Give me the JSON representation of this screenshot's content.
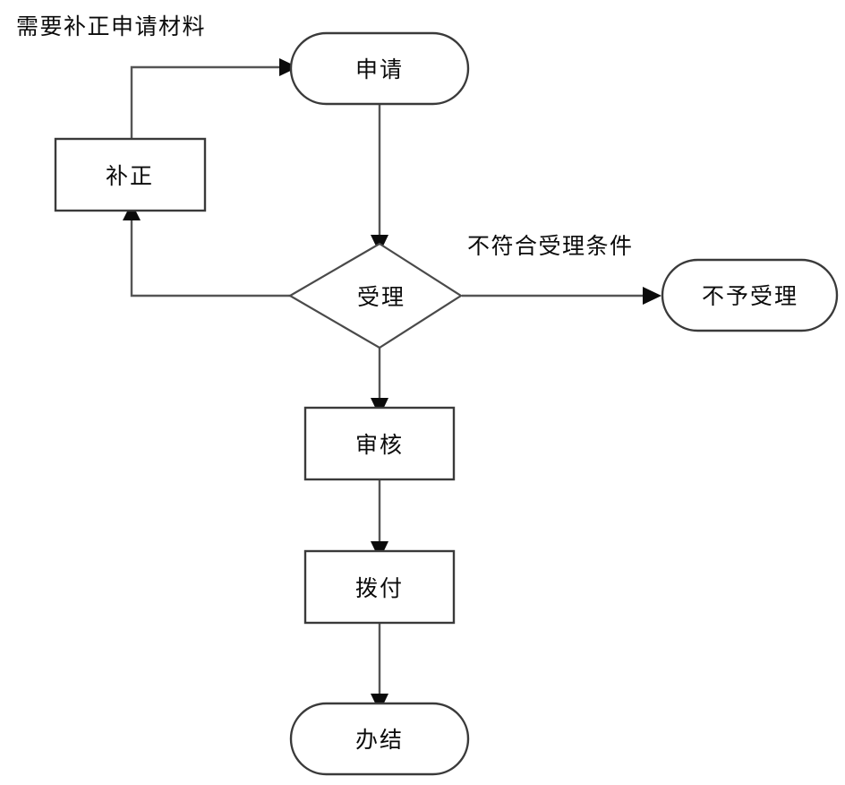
{
  "diagram": {
    "type": "flowchart",
    "title_text": "",
    "background_color": "#ffffff",
    "stroke_color": "#4a4a4a",
    "text_color": "#0b0b0b",
    "nodes": [
      {
        "id": "apply",
        "label": "申请",
        "shape": "rounded-rectangle"
      },
      {
        "id": "supplement",
        "label": "补正",
        "shape": "rectangle"
      },
      {
        "id": "accept",
        "label": "受理",
        "shape": "diamond"
      },
      {
        "id": "reject",
        "label": "不予受理",
        "shape": "rounded-rectangle"
      },
      {
        "id": "review",
        "label": "审核",
        "shape": "rectangle"
      },
      {
        "id": "disburse",
        "label": "拨付",
        "shape": "rectangle"
      },
      {
        "id": "complete",
        "label": "办结",
        "shape": "rounded-rectangle"
      }
    ],
    "edge_labels": [
      {
        "id": "need-supplement",
        "text": "需要补正申请材料"
      },
      {
        "id": "not-meet-criteria",
        "text": "不符合受理条件"
      }
    ]
  }
}
